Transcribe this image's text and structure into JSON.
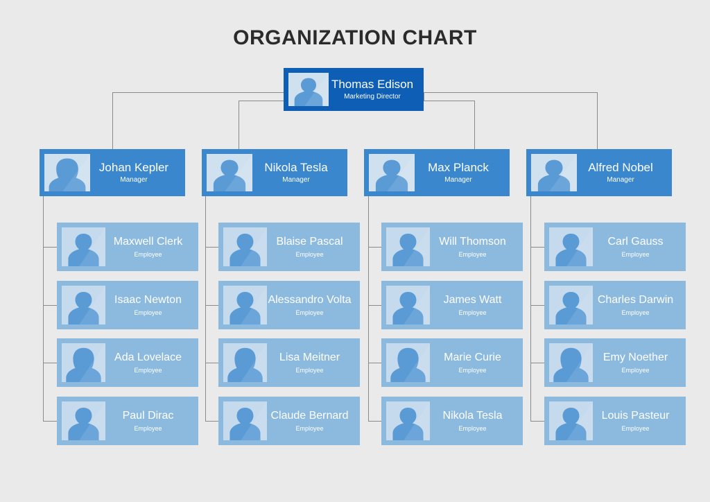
{
  "title": "ORGANIZATION CHART",
  "colors": {
    "background": "#eaeaea",
    "root_node": "#0d5eb4",
    "manager_node": "#3a87ce",
    "employee_node": "#8cbadf",
    "connector_line": "#8a8a8a",
    "title_text": "#2b2b2b",
    "node_text": "#ffffff"
  },
  "root": {
    "name": "Thomas Edison",
    "role": "Marketing Director",
    "avatar": "person-male-avatar-icon"
  },
  "branches": [
    {
      "manager": {
        "name": "Johan Kepler",
        "role": "Manager",
        "avatar": "person-female-avatar-icon"
      },
      "employees": [
        {
          "name": "Maxwell Clerk",
          "role": "Employee",
          "avatar": "person-male-avatar-icon"
        },
        {
          "name": "Isaac Newton",
          "role": "Employee",
          "avatar": "person-male-avatar-icon"
        },
        {
          "name": "Ada Lovelace",
          "role": "Employee",
          "avatar": "person-female-avatar-icon"
        },
        {
          "name": "Paul Dirac",
          "role": "Employee",
          "avatar": "person-male-avatar-icon"
        }
      ]
    },
    {
      "manager": {
        "name": "Nikola Tesla",
        "role": "Manager",
        "avatar": "person-male-avatar-icon"
      },
      "employees": [
        {
          "name": "Blaise Pascal",
          "role": "Employee",
          "avatar": "person-male-avatar-icon"
        },
        {
          "name": "Alessandro Volta",
          "role": "Employee",
          "avatar": "person-male-avatar-icon"
        },
        {
          "name": "Lisa Meitner",
          "role": "Employee",
          "avatar": "person-female-avatar-icon"
        },
        {
          "name": "Claude Bernard",
          "role": "Employee",
          "avatar": "person-male-avatar-icon"
        }
      ]
    },
    {
      "manager": {
        "name": "Max Planck",
        "role": "Manager",
        "avatar": "person-male-avatar-icon"
      },
      "employees": [
        {
          "name": "Will Thomson",
          "role": "Employee",
          "avatar": "person-male-avatar-icon"
        },
        {
          "name": "James Watt",
          "role": "Employee",
          "avatar": "person-male-avatar-icon"
        },
        {
          "name": "Marie Curie",
          "role": "Employee",
          "avatar": "person-female-avatar-icon"
        },
        {
          "name": "Nikola Tesla",
          "role": "Employee",
          "avatar": "person-male-avatar-icon"
        }
      ]
    },
    {
      "manager": {
        "name": "Alfred Nobel",
        "role": "Manager",
        "avatar": "person-male-avatar-icon"
      },
      "employees": [
        {
          "name": "Carl Gauss",
          "role": "Employee",
          "avatar": "person-male-avatar-icon"
        },
        {
          "name": "Charles Darwin",
          "role": "Employee",
          "avatar": "person-male-avatar-icon"
        },
        {
          "name": "Emy Noether",
          "role": "Employee",
          "avatar": "person-female-avatar-icon"
        },
        {
          "name": "Louis Pasteur",
          "role": "Employee",
          "avatar": "person-male-avatar-icon"
        }
      ]
    }
  ]
}
